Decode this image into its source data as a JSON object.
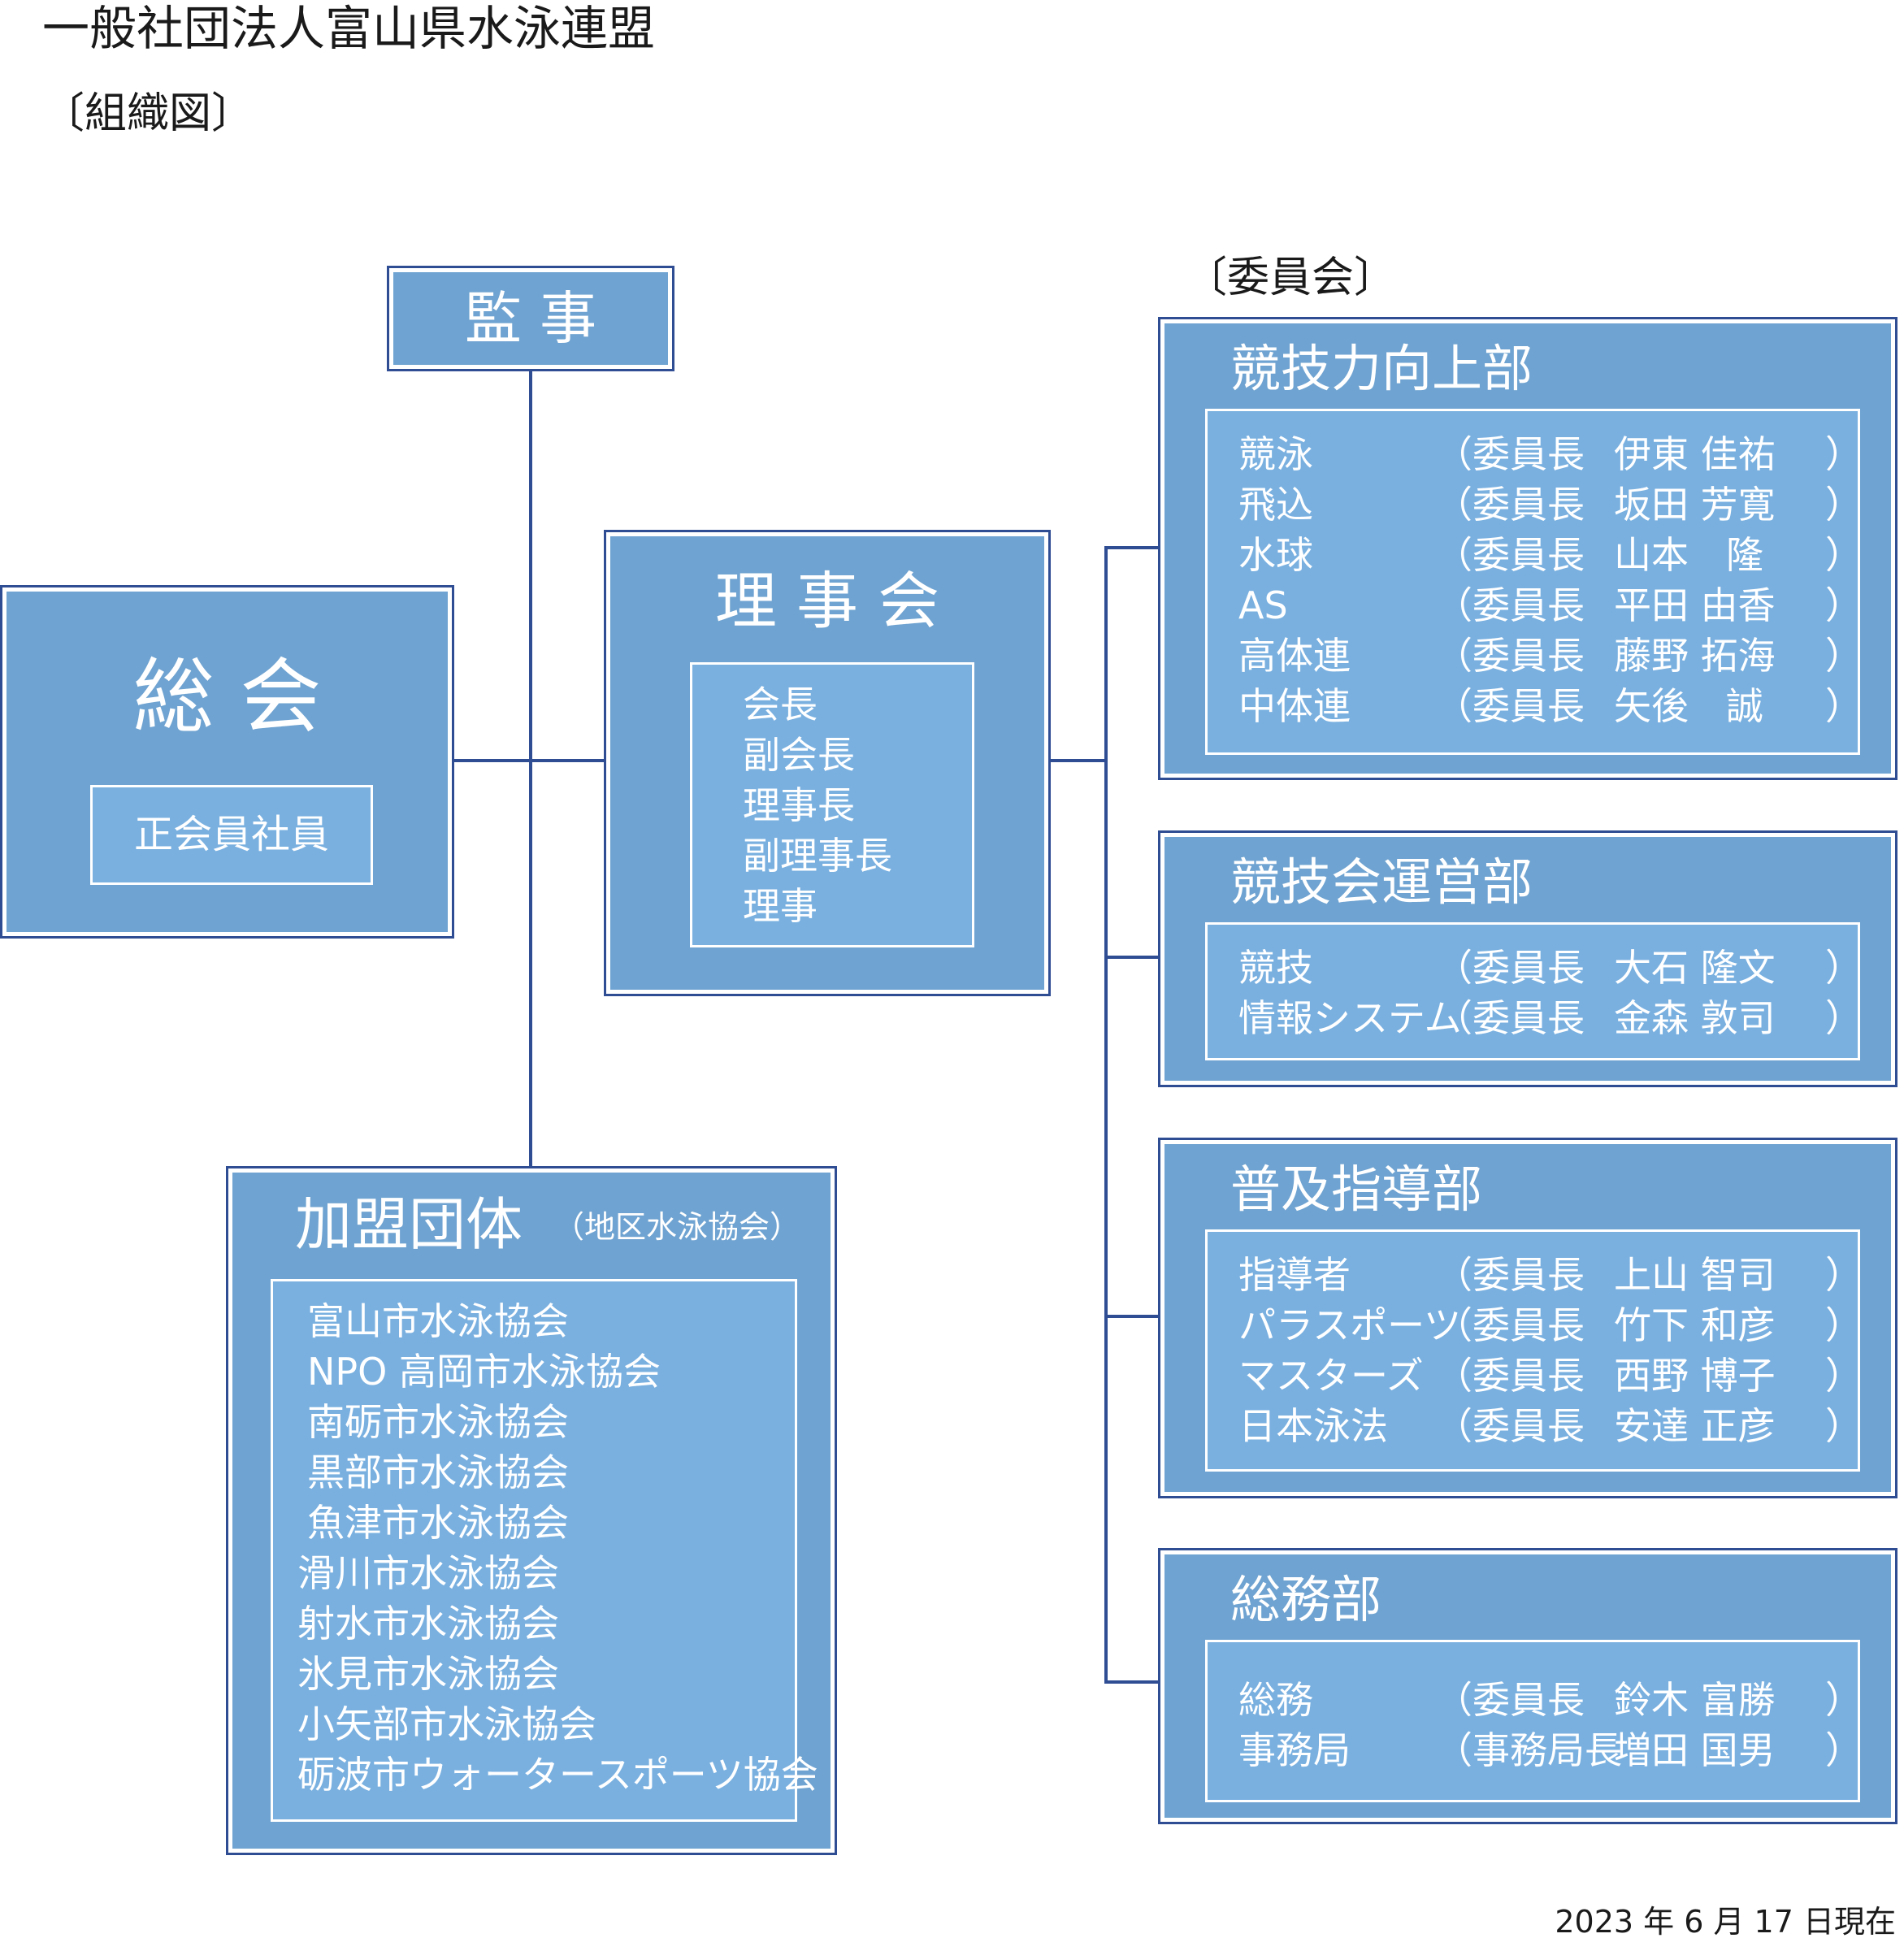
{
  "title": "一般社団法人富山県水泳連盟",
  "subtitle": "〔組織図〕",
  "committee_heading": "〔委員会〕",
  "date": "2023 年 6 月 17 日現在",
  "auditor": {
    "label": "監 事"
  },
  "general_meeting": {
    "label": "総 会",
    "members": "正会員社員"
  },
  "board": {
    "label": "理 事 会",
    "roles": [
      "会長",
      "副会長",
      "理事長",
      "副理事長",
      "理事"
    ]
  },
  "member_orgs": {
    "label": "加盟団体",
    "sublabel": "（地区水泳協会）",
    "items": [
      "富山市水泳協会",
      "NPO 高岡市水泳協会",
      "南砺市水泳協会",
      "黒部市水泳協会",
      "魚津市水泳協会",
      "滑川市水泳協会",
      "射水市水泳協会",
      "氷見市水泳協会",
      "小矢部市水泳協会",
      "砺波市ウォータースポーツ協会"
    ]
  },
  "departments": [
    {
      "name": "競技力向上部",
      "rows": [
        {
          "committee": "競泳",
          "role": "（委員長",
          "person": "伊東 佳祐",
          "close": "）"
        },
        {
          "committee": "飛込",
          "role": "（委員長",
          "person": "坂田 芳寛",
          "close": "）"
        },
        {
          "committee": "水球",
          "role": "（委員長",
          "person": "山本　隆",
          "close": "）"
        },
        {
          "committee": "AS",
          "role": "（委員長",
          "person": "平田 由香",
          "close": "）"
        },
        {
          "committee": "高体連",
          "role": "（委員長",
          "person": "藤野 拓海",
          "close": "）"
        },
        {
          "committee": "中体連",
          "role": "（委員長",
          "person": "矢後　誠",
          "close": "）"
        }
      ]
    },
    {
      "name": "競技会運営部",
      "rows": [
        {
          "committee": "競技",
          "role": "（委員長",
          "person": "大石 隆文",
          "close": "）"
        },
        {
          "committee": "情報システム",
          "role": "（委員長",
          "person": "金森 敦司",
          "close": "）"
        }
      ]
    },
    {
      "name": "普及指導部",
      "rows": [
        {
          "committee": "指導者",
          "role": "（委員長",
          "person": "上山 智司",
          "close": "）"
        },
        {
          "committee": "パラスポーツ",
          "role": "（委員長",
          "person": "竹下 和彦",
          "close": "）"
        },
        {
          "committee": "マスターズ",
          "role": "（委員長",
          "person": "西野 博子",
          "close": "）"
        },
        {
          "committee": "日本泳法",
          "role": "（委員長",
          "person": "安達 正彦",
          "close": "）"
        }
      ]
    },
    {
      "name": "総務部",
      "rows": [
        {
          "committee": "総務",
          "role": "（委員長",
          "person": "鈴木 富勝",
          "close": "）"
        },
        {
          "committee": "事務局",
          "role": "（事務局長",
          "person": "増田 国男",
          "close": "）"
        }
      ]
    }
  ]
}
